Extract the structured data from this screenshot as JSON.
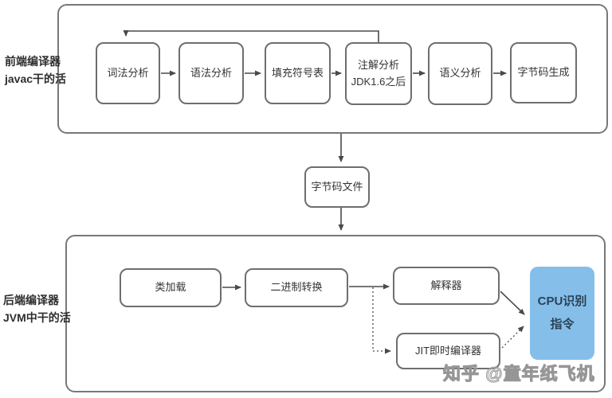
{
  "colors": {
    "accent_blue": "#85BEE9",
    "cpu_text": "#2b4257",
    "arrow": "#4a4a4a",
    "box_border": "#6e6e6e",
    "frame_border": "#787878",
    "text": "#333333",
    "watermark_gray": "#969696"
  },
  "frontend": {
    "side_label": [
      "前端编译器",
      "javac干的活"
    ],
    "boxes": [
      {
        "label": "词法分析"
      },
      {
        "label": "语法分析"
      },
      {
        "label": "填充符号表"
      },
      {
        "label": "注解分析",
        "sublabel": "JDK1.6之后"
      },
      {
        "label": "语义分析"
      },
      {
        "label": "字节码生成"
      }
    ]
  },
  "middle": {
    "label": "字节码文件"
  },
  "backend": {
    "side_label": [
      "后端编译器",
      "JVM中干的活"
    ],
    "boxes": [
      {
        "label": "类加载"
      },
      {
        "label": "二进制转换"
      },
      {
        "label": "解释器"
      },
      {
        "label": "JIT即时编译器"
      }
    ],
    "cpu": {
      "line1": "CPU识别",
      "line2": "指令"
    }
  },
  "watermark": {
    "text": "知乎 @童年纸飞机"
  }
}
